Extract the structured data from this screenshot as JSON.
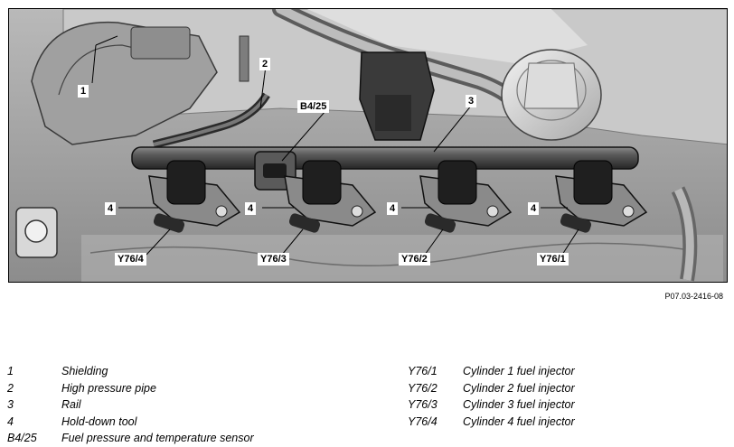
{
  "figure": {
    "code": "P07.03-2416-08",
    "callouts": {
      "c1": "1",
      "c2": "2",
      "c3": "3",
      "b425": "B4/25",
      "c4a": "4",
      "c4b": "4",
      "c4c": "4",
      "c4d": "4",
      "y4": "Y76/4",
      "y3": "Y76/3",
      "y2": "Y76/2",
      "y1": "Y76/1"
    }
  },
  "legend": {
    "left": [
      {
        "key": "1",
        "text": "Shielding"
      },
      {
        "key": "2",
        "text": "High pressure pipe"
      },
      {
        "key": "3",
        "text": "Rail"
      },
      {
        "key": "4",
        "text": "Hold-down tool"
      },
      {
        "key": "B4/25",
        "text": "Fuel pressure and temperature sensor"
      }
    ],
    "right": [
      {
        "key": "Y76/1",
        "text": "Cylinder 1 fuel injector"
      },
      {
        "key": "Y76/2",
        "text": "Cylinder 2 fuel injector"
      },
      {
        "key": "Y76/3",
        "text": "Cylinder 3 fuel injector"
      },
      {
        "key": "Y76/4",
        "text": "Cylinder 4 fuel injector"
      }
    ]
  }
}
